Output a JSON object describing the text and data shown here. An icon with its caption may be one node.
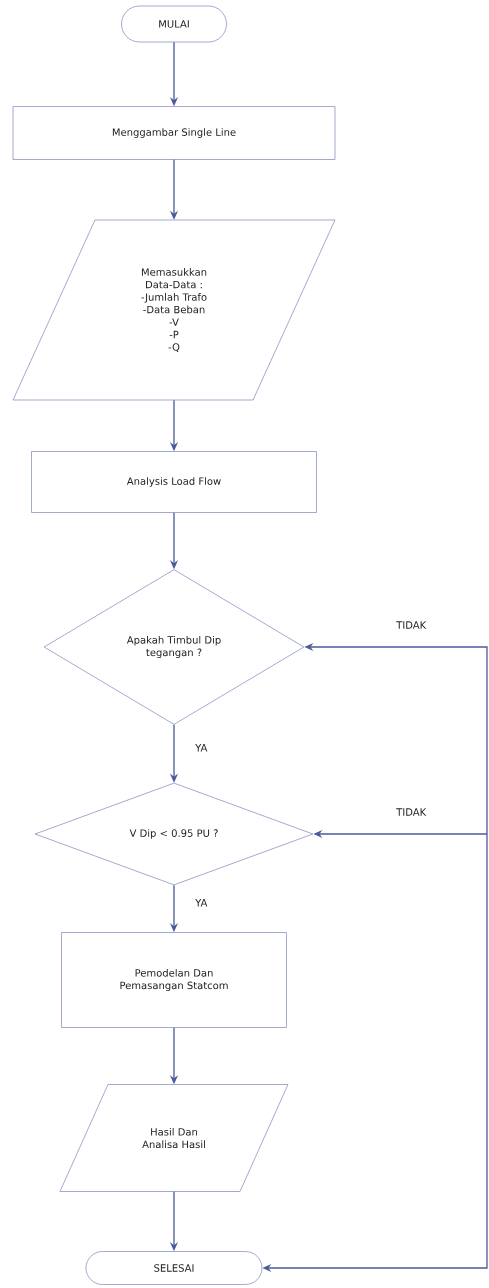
{
  "diagram": {
    "nodes": [
      {
        "text": [
          "MULAI"
        ]
      },
      {
        "text": [
          "Menggambar Single Line"
        ]
      },
      {
        "text": [
          "Memasukkan Data-Data :",
          "-Jumlah Trafo",
          "-Data Beban",
          "-V",
          "-P",
          "-Q"
        ]
      },
      {
        "text": [
          "Analysis Load Flow"
        ]
      },
      {
        "text": [
          "Apakah Timbul Dip tegangan ?"
        ]
      },
      {
        "text": [
          "V Dip < 0.95 PU ?"
        ]
      },
      {
        "text": [
          "Pemodelan Dan Pemasangan Statcom"
        ]
      },
      {
        "text": [
          "Hasil Dan Analisa Hasil"
        ]
      },
      {
        "text": [
          "SELESAI"
        ]
      }
    ],
    "edges": [
      {
        "from": 0,
        "to": 1,
        "arrow": "to"
      },
      {
        "from": 1,
        "to": 2,
        "arrow": "to"
      },
      {
        "from": 2,
        "to": 3,
        "arrow": "to"
      },
      {
        "from": 3,
        "to": 4,
        "arrow": "to"
      },
      {
        "from": 4,
        "to": 5,
        "arrow": "to",
        "label": "YA"
      },
      {
        "from": 5,
        "to": 6,
        "arrow": "to",
        "label": "YA"
      },
      {
        "from": 6,
        "to": 7,
        "arrow": "to"
      },
      {
        "from": 7,
        "to": 8,
        "arrow": "to"
      },
      {
        "from": 4,
        "to": 8,
        "arrow": "both",
        "label": "TIDAK"
      },
      {
        "from": null,
        "to": 5,
        "arrow": "to",
        "label": "TIDAK"
      }
    ]
  }
}
